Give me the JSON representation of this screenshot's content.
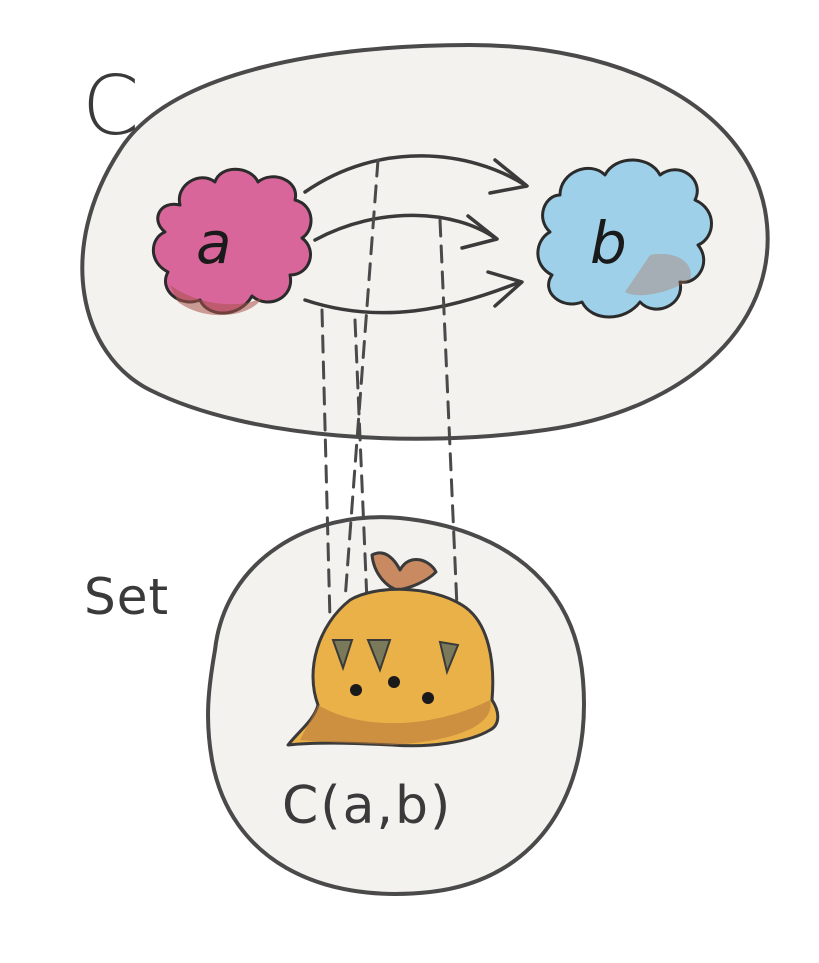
{
  "category": {
    "name": "C",
    "objects": [
      {
        "name": "a",
        "color": "#d9669a"
      },
      {
        "name": "b",
        "color": "#9fd0ea"
      }
    ],
    "morphism_count": 3
  },
  "set_category": {
    "name": "Set",
    "hom_set": {
      "label": "C(a,b)",
      "color": "#eab148"
    }
  },
  "colors": {
    "ink": "#3a3a3a",
    "region_fill": "#f4f2ee"
  }
}
